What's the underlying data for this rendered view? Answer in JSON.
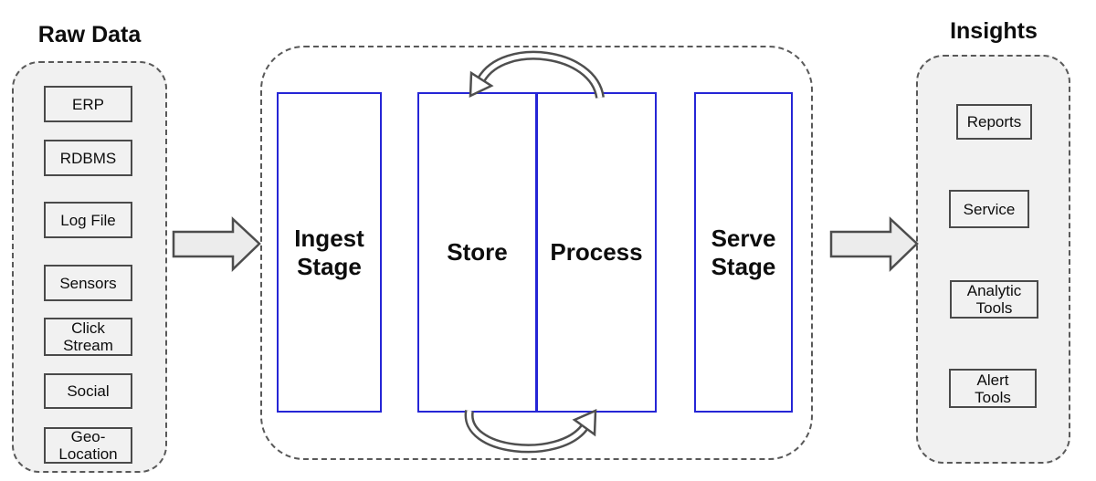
{
  "raw_data": {
    "title": "Raw Data",
    "items": [
      "ERP",
      "RDBMS",
      "Log File",
      "Sensors",
      "Click\nStream",
      "Social",
      "Geo-\nLocation"
    ]
  },
  "pipeline": {
    "stages": [
      "Ingest\nStage",
      "Store",
      "Process",
      "Serve\nStage"
    ]
  },
  "insights": {
    "title": "Insights",
    "items": [
      "Reports",
      "Service",
      "Analytic\nTools",
      "Alert\nTools"
    ]
  },
  "arrows": {
    "input_flow": {
      "from": "Raw Data",
      "to": "Ingest Stage",
      "direction": "right"
    },
    "output_flow": {
      "from": "Serve Stage",
      "to": "Insights",
      "direction": "right"
    },
    "cycle_top": {
      "from": "Process",
      "to": "Store",
      "shape": "arc-over-top"
    },
    "cycle_bottom": {
      "from": "Store",
      "to": "Process",
      "shape": "arc-under-bottom"
    }
  },
  "colors": {
    "stage_box_border": "#2525d6",
    "outline_gray": "#4d4d4d",
    "panel_fill": "#f1f1f1",
    "dashed_border": "#595959",
    "text": "#0d0d0d",
    "background": "#ffffff"
  }
}
